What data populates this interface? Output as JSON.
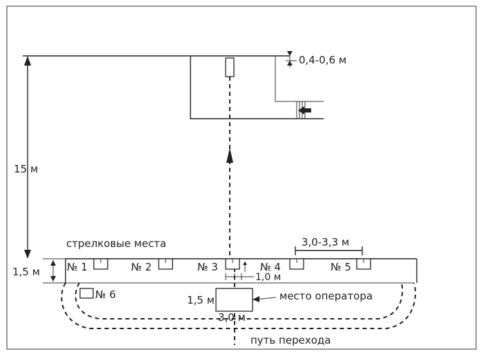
{
  "labels": {
    "top_gap": "0,4-0,6 м",
    "distance": "15 м",
    "shooting_positions": "стрелковые места",
    "spacing": "3,0-3,3 м",
    "line_depth": "1,5 м",
    "pos1": "№ 1",
    "pos2": "№ 2",
    "pos3": "№ 3",
    "pos4": "№ 4",
    "pos5": "№ 5",
    "pos6": "№ 6",
    "small_gap": "1,0 м",
    "operator_depth": "1,5 м",
    "operator_place": "место оператора",
    "operator_width": "3,0 м",
    "transition_path": "путь перехода"
  }
}
